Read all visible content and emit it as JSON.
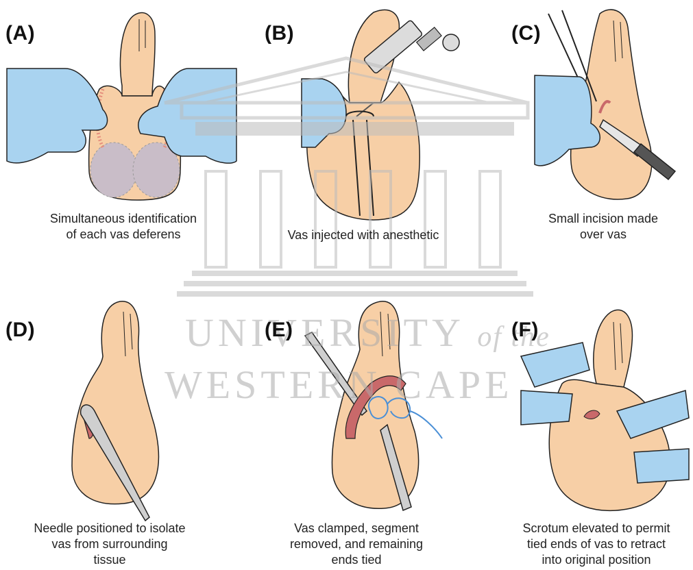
{
  "panels": [
    {
      "label": "(A)",
      "caption": [
        "Simultaneous identification",
        "of each vas deferens"
      ]
    },
    {
      "label": "(B)",
      "caption": [
        "Vas injected with anesthetic"
      ]
    },
    {
      "label": "(C)",
      "caption": [
        "Small incision made",
        "over vas"
      ]
    },
    {
      "label": "(D)",
      "caption": [
        "Needle positioned to isolate",
        "vas from surrounding",
        "tissue"
      ]
    },
    {
      "label": "(E)",
      "caption": [
        "Vas clamped, segment",
        "removed, and remaining",
        "ends tied"
      ]
    },
    {
      "label": "(F)",
      "caption": [
        "Scrotum elevated to permit",
        "tied ends of vas to retract",
        "into original position"
      ]
    }
  ],
  "watermark": {
    "line1": "UNIVERSITY",
    "line1_suffix": "of the",
    "line2": "WESTERN CAPE",
    "icon": "university-building-icon"
  },
  "colors": {
    "skin": "#f7cfa6",
    "skin_outline": "#222222",
    "glove": "#a9d3f0",
    "vas": "#c9696a",
    "instrument": "#cfcfcf",
    "suture": "#4a8fd6",
    "watermark": "#b4b4b4"
  }
}
